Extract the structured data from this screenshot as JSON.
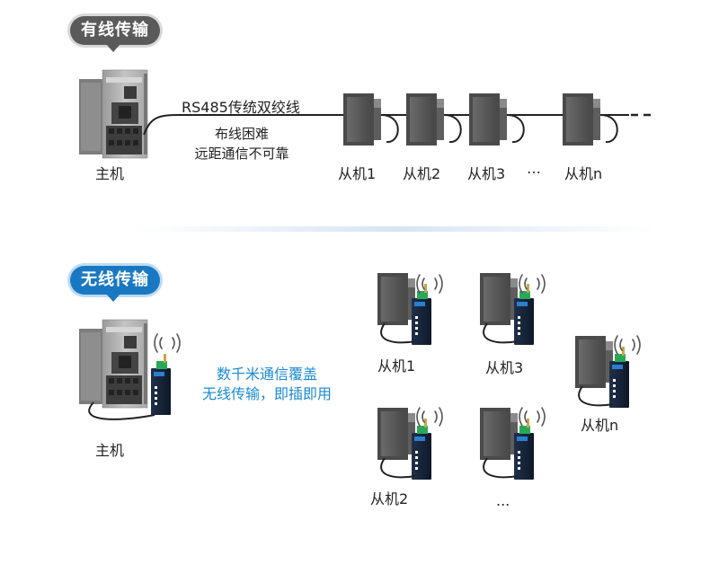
{
  "wired": {
    "badge": "有线传输",
    "cable_label": "RS485传统双绞线",
    "note_line1": "布线困难",
    "note_line2": "远距通信不可靠",
    "master_label": "主机",
    "slaves": [
      "从机1",
      "从机2",
      "从机3",
      "…",
      "从机n"
    ]
  },
  "wireless": {
    "badge": "无线传输",
    "note_line1": "数千米通信覆盖",
    "note_line2": "无线传输，即插即用",
    "master_label": "主机",
    "slaves": [
      "从机1",
      "从机3",
      "从机n",
      "从机2",
      "..."
    ]
  },
  "colors": {
    "wired_badge": "#5a5a5a",
    "wireless_badge": "#1a78c2",
    "wireless_text": "#1a8ad0"
  }
}
